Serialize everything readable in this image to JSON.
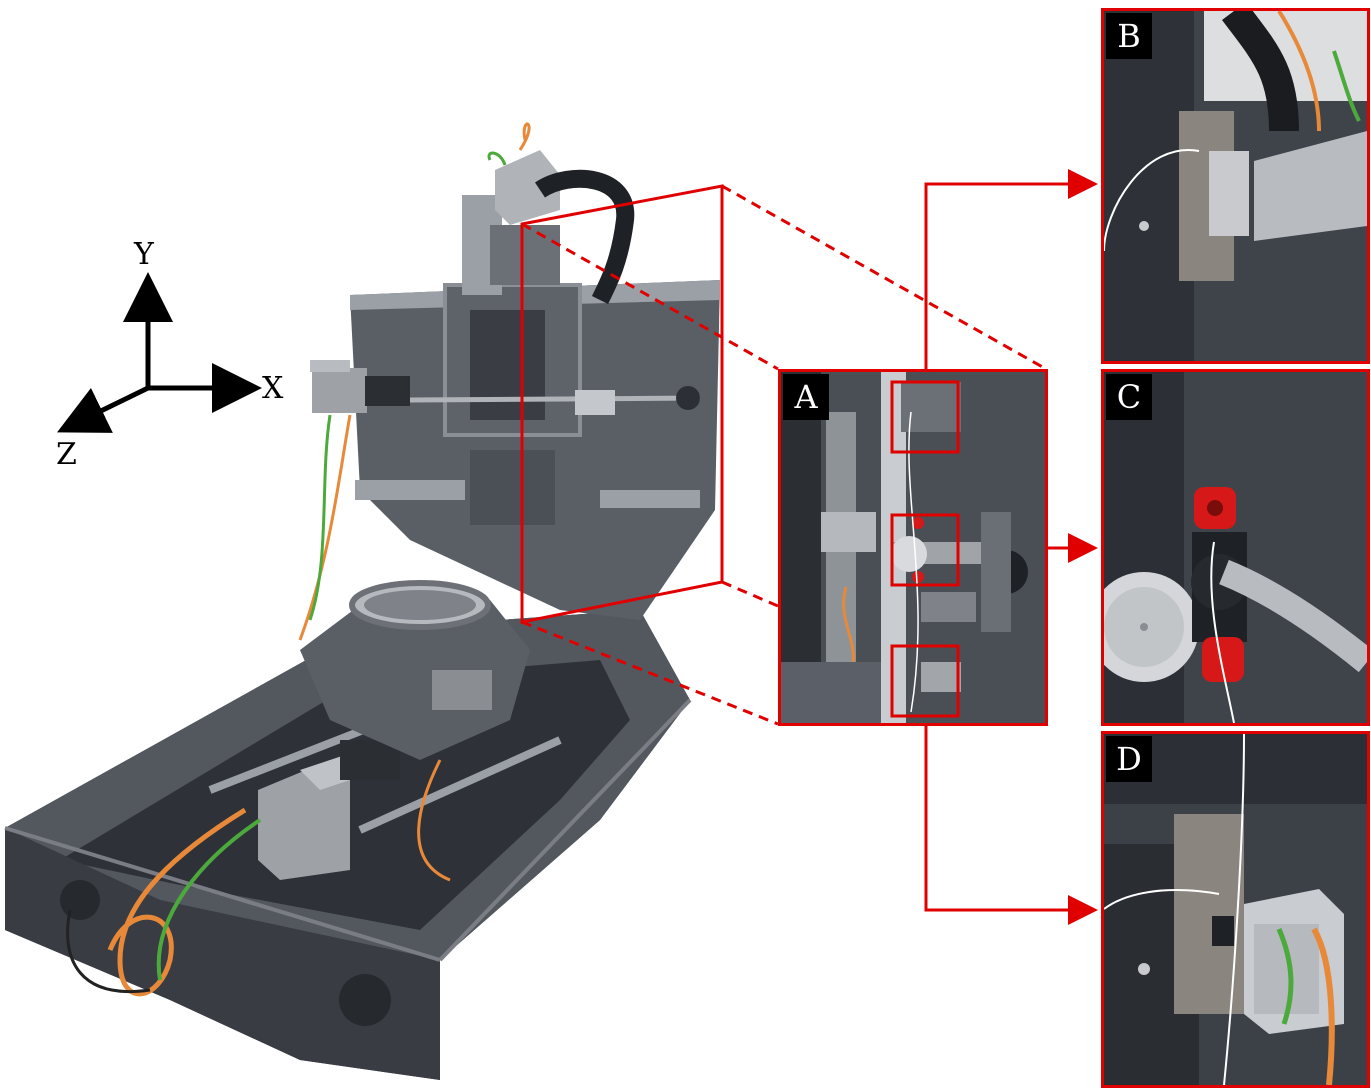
{
  "axes": {
    "y": "Y",
    "x": "X",
    "z": "Z"
  },
  "panels": {
    "a": {
      "label": "A"
    },
    "b": {
      "label": "B"
    },
    "c": {
      "label": "C"
    },
    "d": {
      "label": "D"
    }
  },
  "colors": {
    "callout": "#e00000",
    "machine_body": "#4a4f56",
    "machine_dark": "#2c3036",
    "steel": "#a9adb2",
    "cable_orange": "#e8893a",
    "cable_green": "#4caa3c",
    "sensor_red": "#d61818"
  }
}
